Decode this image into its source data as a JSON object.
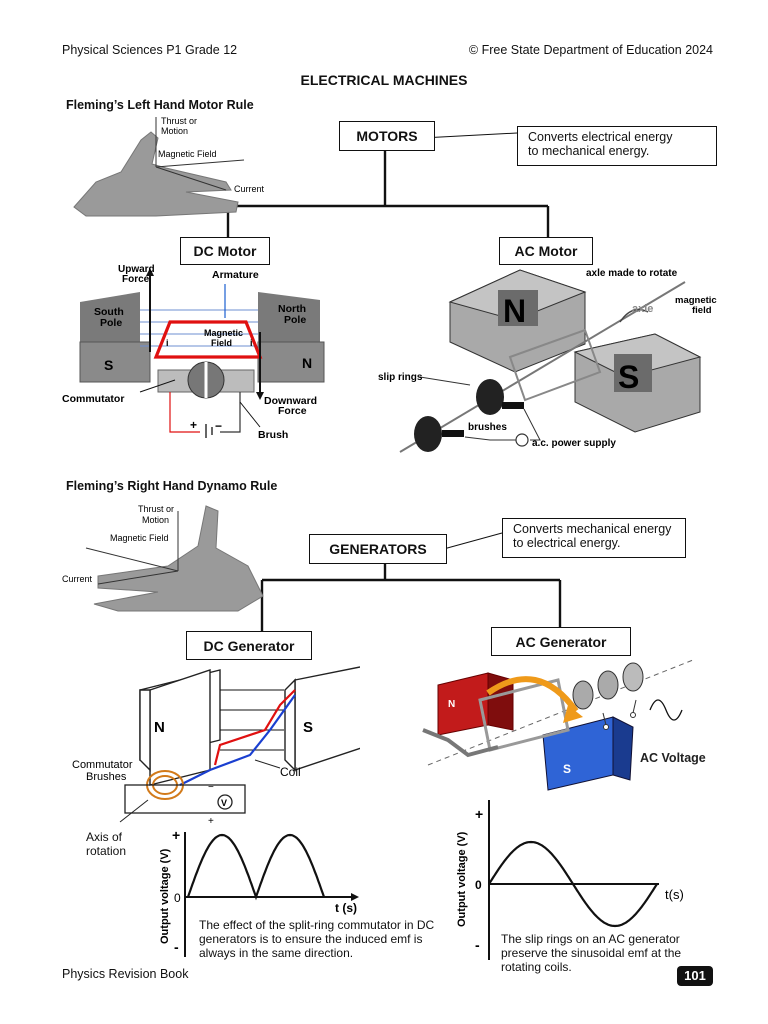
{
  "header": {
    "left": "Physical Sciences P1 Grade 12",
    "right": "© Free State Department of Education 2024"
  },
  "title": "ELECTRICAL MACHINES",
  "motors": {
    "rule_title": "Fleming’s Left Hand Motor Rule",
    "hand_labels": {
      "thrust": "Thrust or",
      "motion": "Motion",
      "field": "Magnetic Field",
      "current": "Current"
    },
    "box": "MOTORS",
    "description_line1": "Converts electrical energy",
    "description_line2": "to mechanical energy.",
    "dc": {
      "box": "DC Motor",
      "upward_1": "Upward",
      "upward_2": "Force",
      "armature": "Armature",
      "south_1": "South",
      "south_2": "Pole",
      "north_1": "North",
      "north_2": "Pole",
      "field_1": "Magnetic",
      "field_2": "Field",
      "s": "S",
      "n": "N",
      "i": "i",
      "commutator": "Commutator",
      "downward_1": "Downward",
      "downward_2": "Force",
      "brush": "Brush",
      "plus": "+",
      "minus": "−"
    },
    "ac": {
      "box": "AC Motor",
      "axle_rotate": "axle made to rotate",
      "axle": "axle",
      "mag_1": "magnetic",
      "mag_2": "field",
      "n": "N",
      "s": "S",
      "slip_rings": "slip rings",
      "brushes": "brushes",
      "supply": "a.c. power supply"
    }
  },
  "generators": {
    "rule_title": "Fleming’s Right Hand Dynamo Rule",
    "hand_labels": {
      "thrust": "Thrust or",
      "motion": "Motion",
      "field": "Magnetic Field",
      "current": "Current"
    },
    "box": "GENERATORS",
    "description_line1": "Converts mechanical energy",
    "description_line2": "to electrical energy.",
    "dc": {
      "box": "DC Generator",
      "n": "N",
      "s": "S",
      "commutator": "Commutator",
      "brushes": "Brushes",
      "coil": "Coil",
      "v": "V",
      "minus": "−",
      "plus": "+",
      "axis_1": "Axis of",
      "axis_2": "rotation",
      "graph_plus": "+",
      "graph_zero": "0",
      "graph_minus": "-",
      "ylabel": "Output voltage (V)",
      "xlabel": "t (s)",
      "caption": "The effect of the split-ring commutator in DC generators is to ensure the induced emf is always in the same direction."
    },
    "ac": {
      "box": "AC Generator",
      "n": "N",
      "s": "S",
      "ac_voltage": "AC Voltage",
      "graph_plus": "+",
      "graph_zero": "0",
      "graph_minus": "-",
      "ylabel": "Output voltage (V)",
      "xlabel": "t(s)",
      "caption": "The slip rings on an AC generator preserve the sinusoidal emf at the rotating coils."
    }
  },
  "footer": {
    "left": "Physics Revision Book",
    "page": "101"
  }
}
